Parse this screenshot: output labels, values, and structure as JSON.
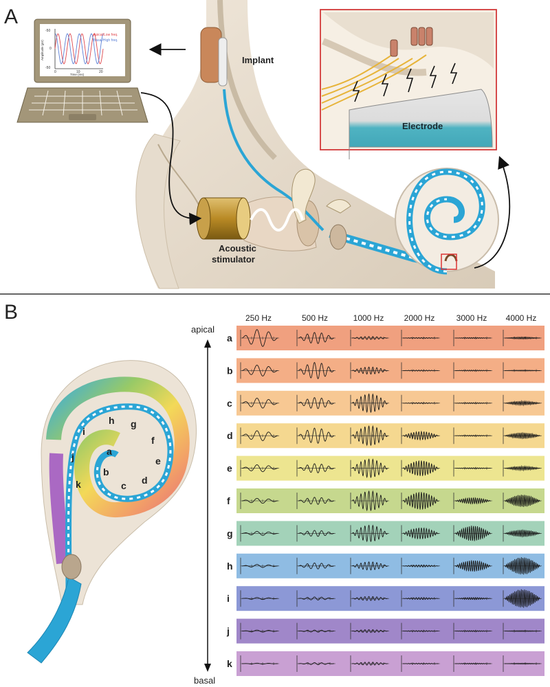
{
  "panel_a": {
    "label": "A",
    "implant_label": "Implant",
    "stimulator_label_line1": "Acoustic",
    "stimulator_label_line2": "stimulator",
    "electrode_label": "Electrode",
    "laptop_plot": {
      "ylabel": "Amplitude (µV)",
      "xlabel": "Time (ms)",
      "yticks": [
        "-50",
        "0",
        "-50"
      ],
      "xticks": [
        "0",
        "10",
        "20"
      ],
      "legend_apical": "Apical/Low freq.",
      "legend_basal": "Basal/High freq.",
      "apical_color": "#e0474c",
      "basal_color": "#5a7fd6"
    }
  },
  "panel_b": {
    "label": "B",
    "axis_top": "apical",
    "axis_bottom": "basal",
    "cochlea_letters": [
      "a",
      "b",
      "c",
      "d",
      "e",
      "f",
      "g",
      "h",
      "i",
      "j",
      "k"
    ],
    "frequencies": [
      "250 Hz",
      "500 Hz",
      "1000 Hz",
      "2000 Hz",
      "3000 Hz",
      "4000 Hz"
    ],
    "rows": [
      {
        "letter": "a",
        "color": "#f0a07f",
        "amps": [
          0.85,
          0.55,
          0.15,
          0.05,
          0.05,
          0.1
        ]
      },
      {
        "letter": "b",
        "color": "#f4ae86",
        "amps": [
          0.55,
          0.8,
          0.35,
          0.05,
          0.05,
          0.05
        ]
      },
      {
        "letter": "c",
        "color": "#f7c893",
        "amps": [
          0.5,
          0.55,
          0.9,
          0.05,
          0.05,
          0.2
        ]
      },
      {
        "letter": "d",
        "color": "#f5d890",
        "amps": [
          0.5,
          0.75,
          0.95,
          0.4,
          0.05,
          0.3
        ]
      },
      {
        "letter": "e",
        "color": "#ede590",
        "amps": [
          0.35,
          0.45,
          0.9,
          0.75,
          0.05,
          0.2
        ]
      },
      {
        "letter": "f",
        "color": "#c6d88e",
        "amps": [
          0.25,
          0.35,
          0.95,
          0.85,
          0.3,
          0.6
        ]
      },
      {
        "letter": "g",
        "color": "#a3d2b9",
        "amps": [
          0.2,
          0.3,
          0.8,
          0.55,
          0.75,
          0.35
        ]
      },
      {
        "letter": "h",
        "color": "#8fbce3",
        "amps": [
          0.15,
          0.3,
          0.4,
          0.1,
          0.55,
          0.85
        ]
      },
      {
        "letter": "i",
        "color": "#8c98d6",
        "amps": [
          0.1,
          0.15,
          0.2,
          0.1,
          0.1,
          0.9
        ]
      },
      {
        "letter": "j",
        "color": "#a087c9",
        "amps": [
          0.1,
          0.1,
          0.15,
          0.05,
          0.05,
          0.05
        ]
      },
      {
        "letter": "k",
        "color": "#c9a0d3",
        "amps": [
          0.05,
          0.1,
          0.15,
          0.05,
          0.05,
          0.05
        ]
      }
    ]
  }
}
